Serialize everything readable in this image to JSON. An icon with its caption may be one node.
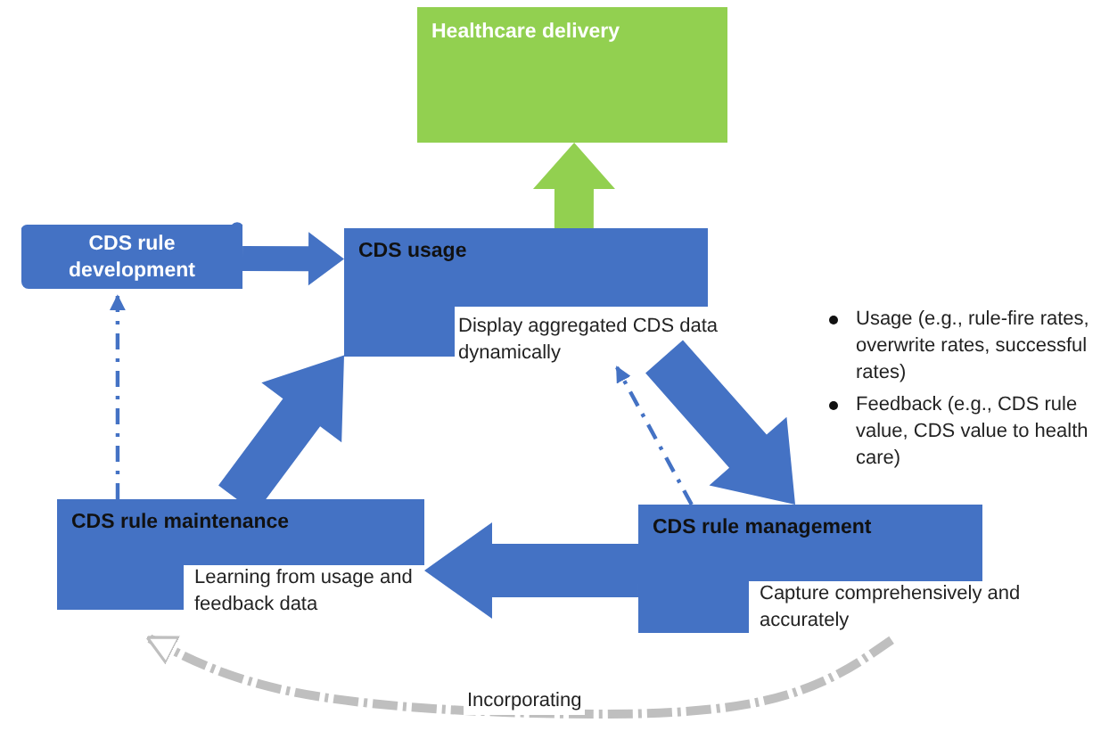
{
  "diagram": {
    "nodes": [
      {
        "text": [
          "Healthcare delivery"
        ]
      },
      {
        "text": [
          "CDS rule development"
        ]
      },
      {
        "text": [
          "CDS usage",
          "Display aggregated CDS data dynamically"
        ]
      },
      {
        "text": [
          "CDS rule maintenance",
          "Learning from usage and feedback data"
        ]
      },
      {
        "text": [
          "CDS rule management",
          "Capture comprehensively and accurately"
        ]
      }
    ],
    "edges": [
      {
        "from": 1,
        "to": 2,
        "arrow": "to",
        "style": "thick"
      },
      {
        "from": 2,
        "to": 0,
        "arrow": "to",
        "style": "thick",
        "color": "#92d050"
      },
      {
        "from": 2,
        "to": 4,
        "arrow": "to",
        "style": "thick"
      },
      {
        "from": 4,
        "to": 3,
        "arrow": "to",
        "style": "thick"
      },
      {
        "from": 3,
        "to": 2,
        "arrow": "to",
        "style": "thick"
      },
      {
        "from": 3,
        "to": 1,
        "arrow": "to",
        "style": "dashed"
      },
      {
        "from": 4,
        "to": 2,
        "arrow": "to",
        "style": "dashed"
      },
      {
        "from": 4,
        "to": 3,
        "arrow": "to",
        "label": "Incorporating",
        "style": "dashed",
        "color": "#bfbfbf"
      }
    ],
    "labels": [
      "Usage (e.g., rule-fire rates, overwrite rates, successful rates)",
      "Feedback (e.g., CDS rule value, CDS value to health care)"
    ]
  }
}
